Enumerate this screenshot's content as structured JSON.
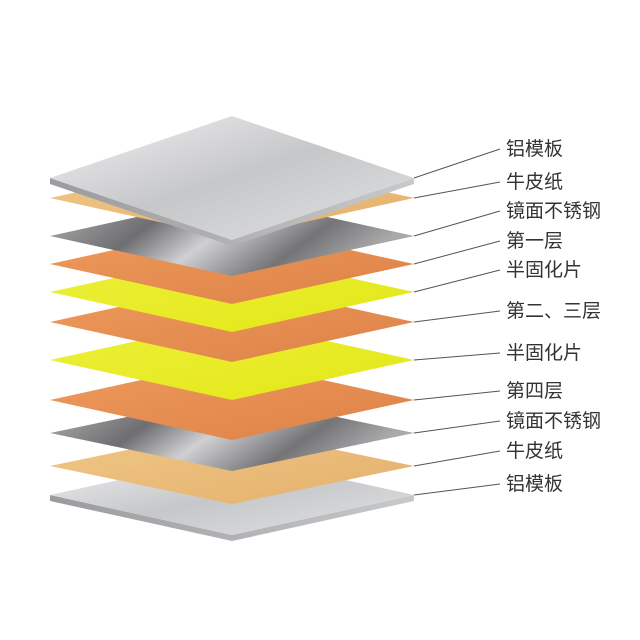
{
  "diagram": {
    "layers": [
      {
        "label": "铝模板",
        "material": "aluminum",
        "color": "#c9cacc"
      },
      {
        "label": "牛皮纸",
        "material": "kraft",
        "color": "#e8b772"
      },
      {
        "label": "镜面不锈钢",
        "material": "stainless",
        "color": "#8a8a8c"
      },
      {
        "label": "第一层",
        "material": "copper",
        "color": "#e48a4f"
      },
      {
        "label": "半固化片",
        "material": "prepreg",
        "color": "#e6eb1e"
      },
      {
        "label": "第二、三层",
        "material": "copper",
        "color": "#e48a4f"
      },
      {
        "label": "半固化片",
        "material": "prepreg",
        "color": "#e6eb1e"
      },
      {
        "label": "第四层",
        "material": "copper",
        "color": "#e48a4f"
      },
      {
        "label": "镜面不锈钢",
        "material": "stainless",
        "color": "#8a8a8c"
      },
      {
        "label": "牛皮纸",
        "material": "kraft",
        "color": "#e8b772"
      },
      {
        "label": "铝模板",
        "material": "aluminum",
        "color": "#c9cacc"
      }
    ]
  }
}
